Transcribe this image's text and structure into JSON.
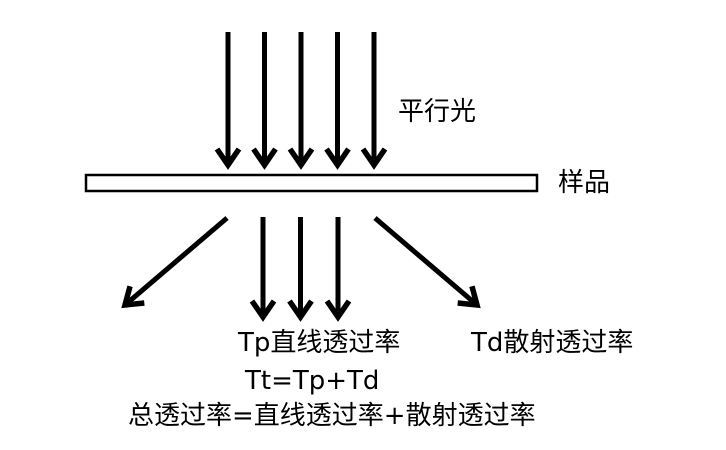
{
  "page": {
    "background": "#ffffff",
    "ink": "#000000"
  },
  "diagram": {
    "labels": {
      "incident_light": "平行光",
      "sample": "样品",
      "direct_transmittance": "Tp直线透过率",
      "diffuse_transmittance": "Td散射透过率",
      "formula": "Tt=Tp+Td",
      "formula_text": "总透过率=直线透过率+散射透过率"
    }
  }
}
